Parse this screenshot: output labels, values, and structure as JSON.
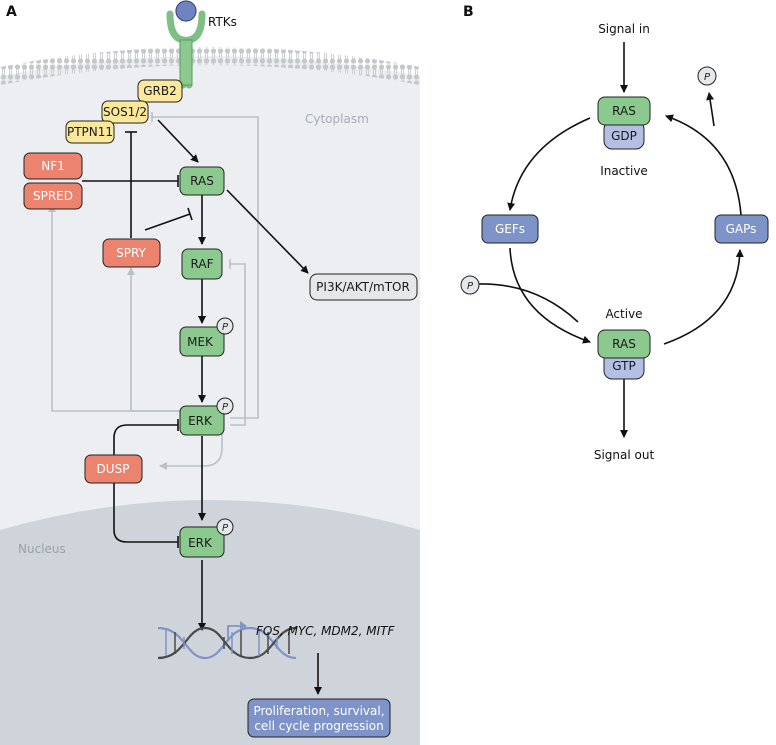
{
  "panel_a": {
    "letter": "A",
    "rtk": "RTKs",
    "cytoplasm": "Cytoplasm",
    "nucleus": "Nucleus",
    "grb2": "GRB2",
    "sos": "SOS1/2",
    "ptpn11": "PTPN11",
    "nf1": "NF1",
    "spred": "SPRED",
    "ras": "RAS",
    "spry": "SPRY",
    "raf": "RAF",
    "pi3k": "PI3K/AKT/mTOR",
    "mek": "MEK",
    "erk": "ERK",
    "dusp": "DUSP",
    "erk_nuclear": "ERK",
    "phospho": "P",
    "genes": "FOS, MYC, MDM2, MITF",
    "outcome_line1": "Proliferation, survival,",
    "outcome_line2": "cell cycle progression"
  },
  "panel_b": {
    "letter": "B",
    "signal_in": "Signal in",
    "ras_top": "RAS",
    "gdp": "GDP",
    "inactive": "Inactive",
    "gefs": "GEFs",
    "gaps": "GAPs",
    "active": "Active",
    "ras_bottom": "RAS",
    "gtp": "GTP",
    "signal_out": "Signal out",
    "phospho": "P"
  },
  "colors": {
    "green": "#8cc98e",
    "salmon": "#ec836f",
    "yellow": "#fbe89a",
    "blue": "#7e93c8",
    "light_blue": "#b4c0e3",
    "cell": "#eceef1",
    "nucleus": "#cfd4da",
    "gray_arrow": "#b8c0c8",
    "dna_blue": "#7f93c9",
    "dna_dark": "#4a4a4a"
  }
}
